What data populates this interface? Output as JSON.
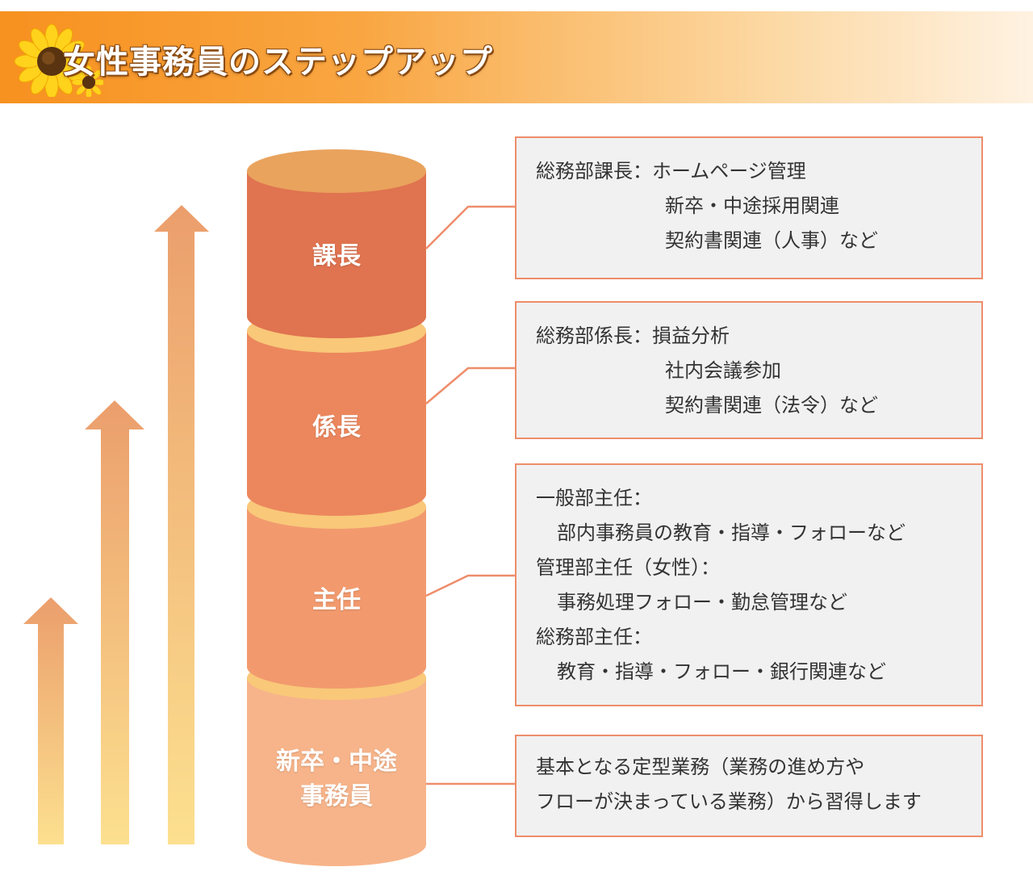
{
  "header": {
    "title": "女性事務員のステップアップ",
    "colors": {
      "bar_start": "#f7911f",
      "bar_end": "#fff2e2"
    },
    "icon": "sunflower-icon"
  },
  "tiers": [
    {
      "label": "課長",
      "color": "#e07350"
    },
    {
      "label": "係長",
      "color": "#ec875d"
    },
    {
      "label": "主任",
      "color": "#f29a6e"
    },
    {
      "label": "新卒・中途\n事務員",
      "color": "#f7b48a"
    }
  ],
  "boxes": {
    "kacho": {
      "heading": "総務部課長：",
      "lines": [
        "ホームページ管理",
        "新卒・中途採用関連",
        "契約書関連（人事）など"
      ]
    },
    "kakaricho": {
      "heading": "総務部係長：",
      "lines": [
        "損益分析",
        "社内会議参加",
        "契約書関連（法令）など"
      ]
    },
    "shunin": {
      "sections": [
        {
          "heading": "一般部主任：",
          "detail": "部内事務員の教育・指導・フォローなど"
        },
        {
          "heading": "管理部主任（女性）：",
          "detail": "事務処理フォロー・勤怠管理など"
        },
        {
          "heading": "総務部主任：",
          "detail": "教育・指導・フォロー・銀行関連など"
        }
      ]
    },
    "shinsotsu": {
      "lines": [
        "基本となる定型業務（業務の進め方や",
        "フローが決まっている業務）から習得します"
      ]
    }
  },
  "colors": {
    "box_border": "#ee8d6b",
    "box_bg": "#f1f1f1",
    "connector": "#ee8d6b",
    "band": "#f9c879",
    "arrow_top": "#eb9e6c",
    "arrow_bottom": "#fce08f"
  }
}
